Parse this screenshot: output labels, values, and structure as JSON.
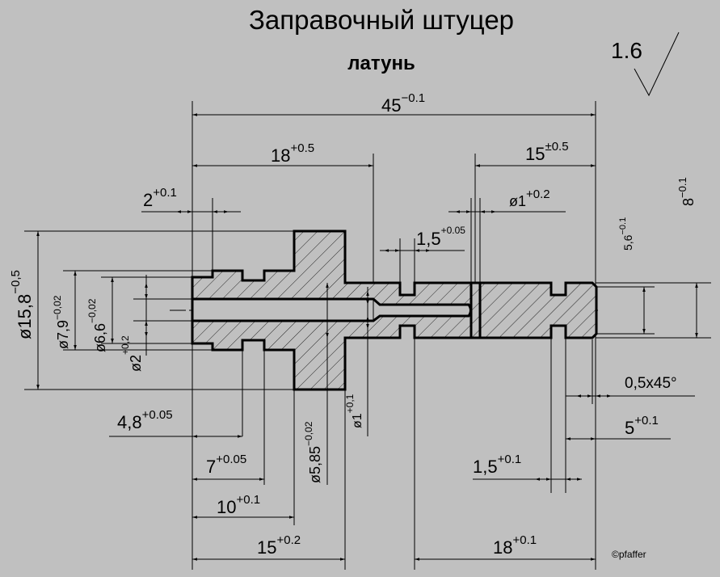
{
  "title": "Заправочный штуцер",
  "material": "латунь",
  "roughness": "1.6",
  "signature": "©pfaffer",
  "dims": {
    "overall": {
      "v": "45",
      "t": "−0.1"
    },
    "d18a": {
      "v": "18",
      "t": "+0.5"
    },
    "d15a": {
      "v": "15",
      "t": "±0.5"
    },
    "d2": {
      "v": "2",
      "t": "+0.1"
    },
    "dia1a": {
      "v": "ø1",
      "t": "+0.2"
    },
    "d15b": {
      "v": "1,5",
      "t": "+0.05"
    },
    "d56": {
      "v": "5,6",
      "t": "−0.1"
    },
    "d8": {
      "v": "8",
      "t": "−0.1"
    },
    "dia158": {
      "v": "ø15,8",
      "t": "−0,5"
    },
    "dia79": {
      "v": "ø7,9",
      "t": "−0,02"
    },
    "dia66": {
      "v": "ø6,6",
      "t": "−0,02"
    },
    "dia2": {
      "v": "ø2",
      "t": "+0,2"
    },
    "dia585": {
      "v": "ø5,85",
      "t": "−0,02"
    },
    "dia1b": {
      "v": "ø1",
      "t": "+0,1"
    },
    "d48": {
      "v": "4,8",
      "t": "+0.05"
    },
    "d7": {
      "v": "7",
      "t": "+0.05"
    },
    "d10": {
      "v": "10",
      "t": "+0.1"
    },
    "d15c": {
      "v": "15",
      "t": "+0.2"
    },
    "d18b": {
      "v": "18",
      "t": "+0.1"
    },
    "d15d": {
      "v": "1,5",
      "t": "+0.1"
    },
    "d5": {
      "v": "5",
      "t": "+0.1"
    },
    "chamfer": {
      "v": "0,5x45°"
    }
  }
}
